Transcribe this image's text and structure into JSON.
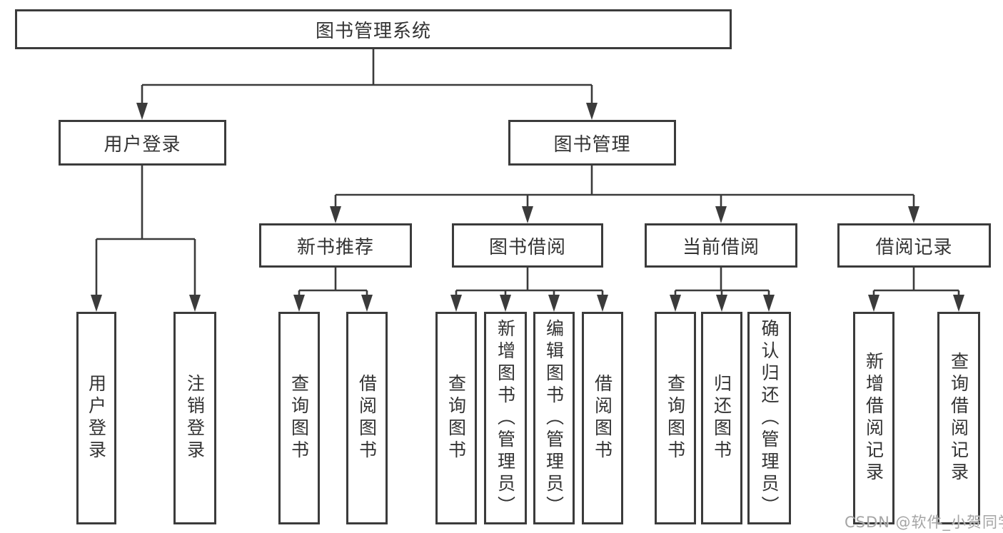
{
  "title": "图书管理系统",
  "watermark": "CSDN @软件_小贺同学",
  "colors": {
    "line": "#3b3b3b",
    "text": "#333333",
    "background": "#ffffff",
    "watermark": "#a5a5a5"
  },
  "nodes": [
    {
      "id": "root",
      "label": "图书管理系统",
      "parent": null,
      "level": 1,
      "orientation": "horizontal"
    },
    {
      "id": "user-login",
      "label": "用户登录",
      "parent": "root",
      "level": 2,
      "orientation": "horizontal"
    },
    {
      "id": "book-management",
      "label": "图书管理",
      "parent": "root",
      "level": 2,
      "orientation": "horizontal"
    },
    {
      "id": "new-book-recommend",
      "label": "新书推荐",
      "parent": "book-management",
      "level": 3,
      "orientation": "horizontal"
    },
    {
      "id": "book-borrow",
      "label": "图书借阅",
      "parent": "book-management",
      "level": 3,
      "orientation": "horizontal"
    },
    {
      "id": "current-borrow",
      "label": "当前借阅",
      "parent": "book-management",
      "level": 3,
      "orientation": "horizontal"
    },
    {
      "id": "borrow-records",
      "label": "借阅记录",
      "parent": "book-management",
      "level": 3,
      "orientation": "horizontal"
    },
    {
      "id": "user-login-leaf",
      "label": "用户登录",
      "parent": "user-login",
      "level": 4,
      "orientation": "vertical"
    },
    {
      "id": "logout-leaf",
      "label": "注销登录",
      "parent": "user-login",
      "level": 4,
      "orientation": "vertical"
    },
    {
      "id": "query-books-recommend",
      "label": "查询图书",
      "parent": "new-book-recommend",
      "level": 4,
      "orientation": "vertical"
    },
    {
      "id": "borrow-books-recommend",
      "label": "借阅图书",
      "parent": "new-book-recommend",
      "level": 4,
      "orientation": "vertical"
    },
    {
      "id": "query-books-borrow",
      "label": "查询图书",
      "parent": "book-borrow",
      "level": 4,
      "orientation": "vertical"
    },
    {
      "id": "add-books-admin",
      "label": "新增图书（管理员）",
      "parent": "book-borrow",
      "level": 4,
      "orientation": "vertical"
    },
    {
      "id": "edit-books-admin",
      "label": "编辑图书（管理员）",
      "parent": "book-borrow",
      "level": 4,
      "orientation": "vertical"
    },
    {
      "id": "borrow-books-leaf",
      "label": "借阅图书",
      "parent": "book-borrow",
      "level": 4,
      "orientation": "vertical"
    },
    {
      "id": "query-books-current",
      "label": "查询图书",
      "parent": "current-borrow",
      "level": 4,
      "orientation": "vertical"
    },
    {
      "id": "return-books",
      "label": "归还图书",
      "parent": "current-borrow",
      "level": 4,
      "orientation": "vertical"
    },
    {
      "id": "confirm-return-admin",
      "label": "确认归还（管理员）",
      "parent": "current-borrow",
      "level": 4,
      "orientation": "vertical"
    },
    {
      "id": "add-borrow-record",
      "label": "新增借阅记录",
      "parent": "borrow-records",
      "level": 4,
      "orientation": "vertical"
    },
    {
      "id": "query-borrow-record",
      "label": "查询借阅记录",
      "parent": "borrow-records",
      "level": 4,
      "orientation": "vertical"
    }
  ]
}
